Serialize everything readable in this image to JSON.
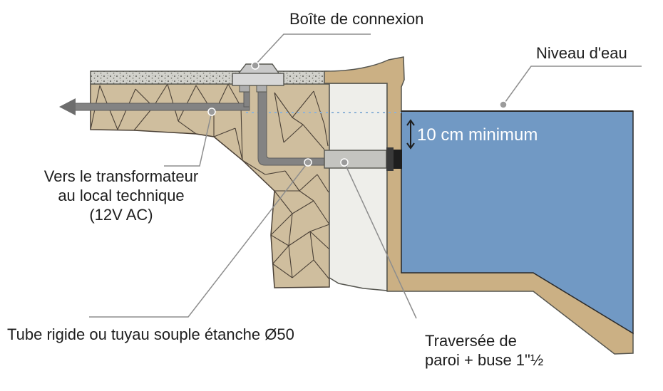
{
  "labels": {
    "junction_box": "Boîte de connexion",
    "water_level": "Niveau d'eau",
    "min_depth": "10 cm minimum",
    "to_transformer": [
      "Vers le transformateur",
      "au local technique",
      "(12V AC)"
    ],
    "tube": "Tube rigide ou tuyau souple étanche Ø50",
    "wall_passage": [
      "Traversée de",
      "paroi + buse 1\"½"
    ]
  },
  "colors": {
    "water": "#7199c4",
    "pool_shell": "#cbb084",
    "concrete_wall": "#eeeeea",
    "stone": "#cfbe9e",
    "stone_lines": "#4a4036",
    "coping": "#cbcbc4",
    "pipe": "#838383",
    "leader_line": "#8d8d8d",
    "waterline_dashes": "#8fb3d6"
  },
  "icons": {
    "to_transformer_direction": "arrow-left-icon",
    "depth_marker": "vertical-double-arrow-icon"
  }
}
